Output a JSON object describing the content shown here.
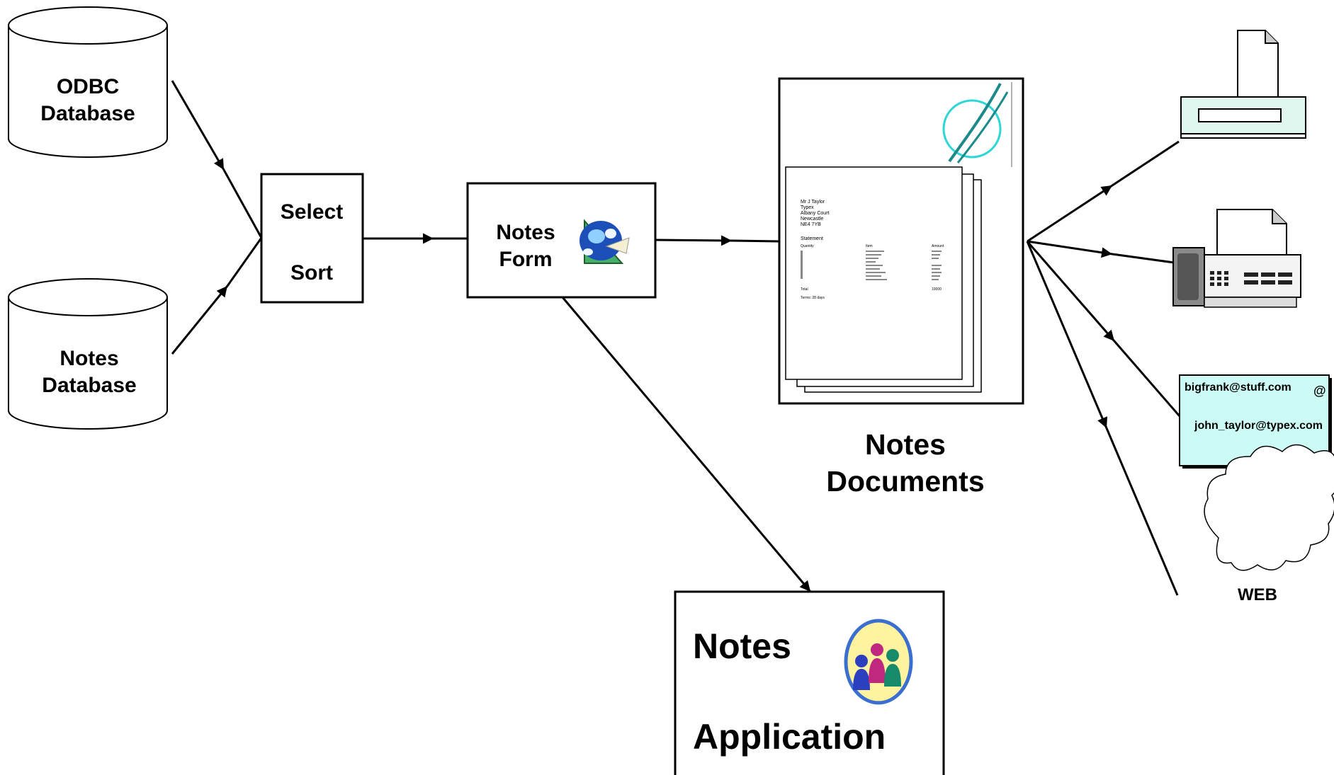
{
  "diagram": {
    "odbc_database": {
      "line1": "ODBC",
      "line2": "Database"
    },
    "notes_database": {
      "line1": "Notes",
      "line2": "Database"
    },
    "select_sort": {
      "line1": "Select",
      "line2": "Sort"
    },
    "notes_form": {
      "line1": "Notes",
      "line2": "Form",
      "icon": "notes-form-icon"
    },
    "notes_documents": {
      "caption_line1": "Notes",
      "caption_line2": "Documents",
      "letter": {
        "address": [
          "Mr J Taylor",
          "Typex",
          "Albany Court",
          "Newcastle",
          "NE4 7YB"
        ],
        "heading": "Statement",
        "columns": [
          "Quantity",
          "Item",
          "Amount"
        ],
        "total_label": "Total",
        "total_value": "10000",
        "terms": "Terms: 28 days"
      }
    },
    "notes_application": {
      "line1": "Notes",
      "line2": "Application",
      "icon": "people-icon"
    },
    "outputs": {
      "printer": "printer-icon",
      "fax": "fax-icon",
      "email": {
        "from": "bigfrank@stuff.com",
        "at": "@",
        "to": "john_taylor@typex.com"
      },
      "web": "WEB"
    },
    "colors": {
      "stroke": "#000000",
      "panel_fill": "#dff7ef",
      "email_fill": "#ccfaf4",
      "logo": "#1a8a8a"
    }
  }
}
